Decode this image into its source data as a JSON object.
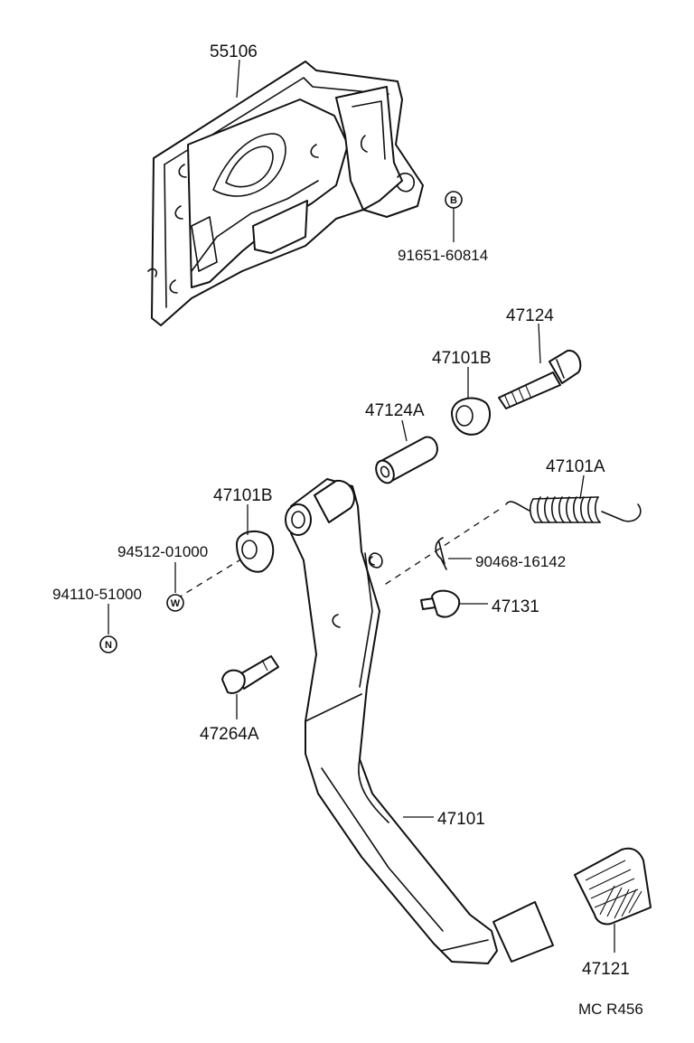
{
  "labels": {
    "bracket": "55106",
    "bolt_clip": "91651-60814",
    "bolt": "47124",
    "bushing_upper": "47101B",
    "collar": "47124A",
    "spring": "47101A",
    "bushing_left": "47101B",
    "washer": "94512-01000",
    "nut": "94110-51000",
    "clip": "90468-16142",
    "stopper": "47131",
    "pin": "47264A",
    "pedal_arm": "47101",
    "pedal_pad": "47121",
    "diagram_code": "MC R456"
  },
  "markers": {
    "b": "B",
    "w": "W",
    "n": "N"
  }
}
